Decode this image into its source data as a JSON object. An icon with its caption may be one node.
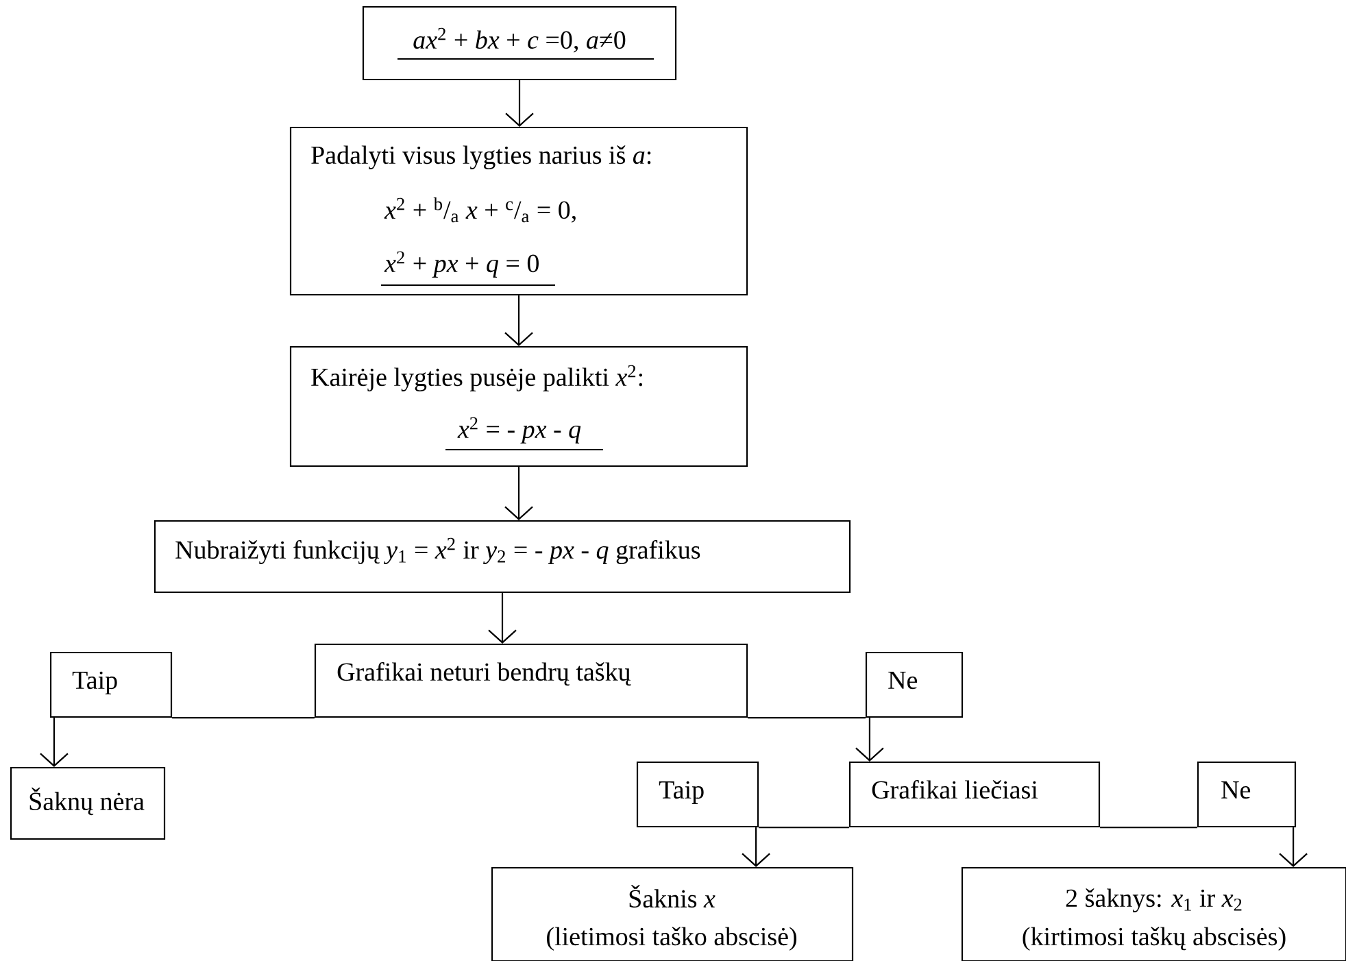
{
  "diagram": {
    "nodes": [
      {
        "text": [
          "*ax*$^{2}$ + *bx* + *c* =0,  *a*≠0"
        ]
      },
      {
        "text": [
          "Padalyti visus lygties narius iš *a*:",
          "*x*$^{2}$ + $^{b}$/$_{a}$ *x*  +  $^{c}$/$_{a}$ = 0,",
          "*x*$^{2}$ + *px* + *q* = 0"
        ]
      },
      {
        "text": [
          "Kairėje lygties pusėje palikti *x*$^{2}$:",
          "*x*$^{2}$ = - *px* - *q*"
        ]
      },
      {
        "text": [
          "Nubraižyti funkcijų *y*$_{1}$ = *x*$^{2}$ ir *y*$_{2}$ = - *px* - *q* grafikus"
        ]
      },
      {
        "text": [
          "Grafikai neturi bendrų taškų"
        ]
      },
      {
        "text": [
          "Taip"
        ]
      },
      {
        "text": [
          "Ne"
        ]
      },
      {
        "text": [
          "Šaknų nėra"
        ]
      },
      {
        "text": [
          "Taip"
        ]
      },
      {
        "text": [
          "Grafikai liečiasi"
        ]
      },
      {
        "text": [
          "Ne"
        ]
      },
      {
        "text": [
          "Šaknis *x*",
          "(lietimosi taško abscisė)"
        ]
      },
      {
        "text": [
          "2 šaknys: *x*$_{1}$ ir *x*$_{2}$",
          "(kirtimosi taškų abscisės)"
        ]
      }
    ],
    "edges": [
      {
        "from": 0,
        "to": 1,
        "arrow": "to"
      },
      {
        "from": 1,
        "to": 2,
        "arrow": "to"
      },
      {
        "from": 2,
        "to": 3,
        "arrow": "to"
      },
      {
        "from": 3,
        "to": 4,
        "arrow": "to"
      },
      {
        "from": 4,
        "to": 5,
        "arrow": "none"
      },
      {
        "from": 4,
        "to": 6,
        "arrow": "none"
      },
      {
        "from": 5,
        "to": 7,
        "arrow": "to"
      },
      {
        "from": 6,
        "to": 9,
        "arrow": "to"
      },
      {
        "from": 9,
        "to": 8,
        "arrow": "none"
      },
      {
        "from": 9,
        "to": 10,
        "arrow": "none"
      },
      {
        "from": 8,
        "to": 11,
        "arrow": "to"
      },
      {
        "from": 10,
        "to": 12,
        "arrow": "to"
      }
    ]
  }
}
